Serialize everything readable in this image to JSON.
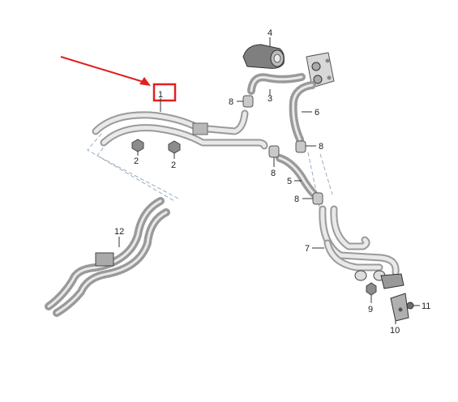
{
  "diagram": {
    "labels": {
      "part1": "1",
      "part2a": "2",
      "part2b": "2",
      "part3": "3",
      "part4": "4",
      "part5": "5",
      "part6": "6",
      "part7": "7",
      "part8a": "8",
      "part8b": "8",
      "part8c": "8",
      "part8d": "8",
      "part9": "9",
      "part10": "10",
      "part11": "11",
      "part12": "12"
    },
    "highlight_color": "#e02020",
    "arrow_color": "#e02020"
  }
}
